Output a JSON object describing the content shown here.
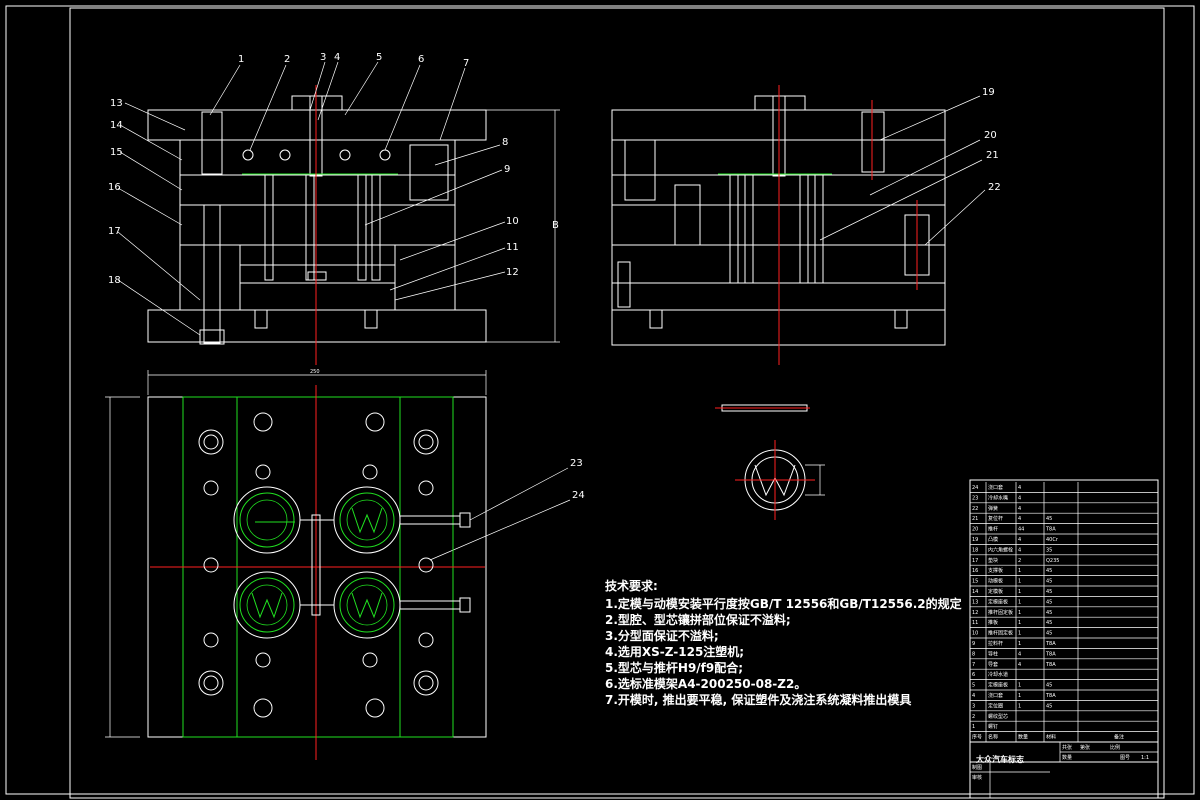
{
  "drawing_title": "大众汽车标志",
  "scale": "1:1",
  "dimensions": {
    "overall_width": "250",
    "overall_height": "B"
  },
  "tech_requirements": {
    "heading": "技术要求:",
    "items": [
      "1.定模与动模安装平行度按GB/T 12556和GB/T12556.2的规定",
      "2.型腔、型芯镶拼部位保证不溢料;",
      "3.分型面保证不溢料;",
      "4.选用XS-Z-125注塑机;",
      "5.型芯与推杆H9/f9配合;",
      "6.选标准模架A4-200250-08-Z2。",
      "7.开模时, 推出要平稳, 保证塑件及浇注系统凝料推出模具"
    ]
  },
  "part_labels": {
    "top_left": [
      "1",
      "2",
      "3",
      "4",
      "5",
      "6",
      "7"
    ],
    "right_of_left": [
      "8",
      "9",
      "10",
      "11",
      "12"
    ],
    "left_side": [
      "13",
      "14",
      "15",
      "16",
      "17",
      "18"
    ],
    "right_view": [
      "19",
      "20",
      "21",
      "22"
    ],
    "plan_view": [
      "23",
      "24"
    ]
  },
  "bom": {
    "rows": [
      [
        "24",
        "浇口套",
        "4",
        "",
        ""
      ],
      [
        "23",
        "冷却水嘴",
        "4",
        "",
        ""
      ],
      [
        "22",
        "弹簧",
        "4",
        "",
        ""
      ],
      [
        "21",
        "复位杆",
        "4",
        "45",
        ""
      ],
      [
        "20",
        "推杆",
        "44",
        "T8A",
        ""
      ],
      [
        "19",
        "凸模",
        "4",
        "40Cr",
        ""
      ],
      [
        "18",
        "内六角螺栓",
        "4",
        "35",
        ""
      ],
      [
        "17",
        "垫块",
        "2",
        "Q235",
        ""
      ],
      [
        "16",
        "支撑板",
        "1",
        "45",
        ""
      ],
      [
        "15",
        "动模板",
        "1",
        "45",
        ""
      ],
      [
        "14",
        "定模板",
        "1",
        "45",
        ""
      ],
      [
        "13",
        "定模座板",
        "1",
        "45",
        ""
      ],
      [
        "12",
        "推杆固定板",
        "1",
        "45",
        ""
      ],
      [
        "11",
        "推板",
        "1",
        "45",
        ""
      ],
      [
        "10",
        "推杆固定板",
        "1",
        "45",
        ""
      ],
      [
        "9",
        "拉料杆",
        "1",
        "T8A",
        ""
      ],
      [
        "8",
        "导柱",
        "4",
        "T8A",
        ""
      ],
      [
        "7",
        "导套",
        "4",
        "T8A",
        ""
      ],
      [
        "6",
        "冷却水道",
        "",
        "",
        ""
      ],
      [
        "5",
        "定模座板",
        "1",
        "45",
        ""
      ],
      [
        "4",
        "浇口套",
        "1",
        "T8A",
        ""
      ],
      [
        "3",
        "定位圈",
        "1",
        "45",
        ""
      ],
      [
        "2",
        "螺纹型芯",
        "",
        "",
        ""
      ],
      [
        "1",
        "螺钉",
        "",
        "",
        ""
      ]
    ],
    "header": [
      "序号",
      "名称",
      "数量",
      "材料",
      "备注"
    ],
    "title_labels": [
      "共张",
      "第张",
      "比例",
      "数量",
      "图号"
    ],
    "sign_labels": [
      "制图",
      "审核"
    ]
  }
}
